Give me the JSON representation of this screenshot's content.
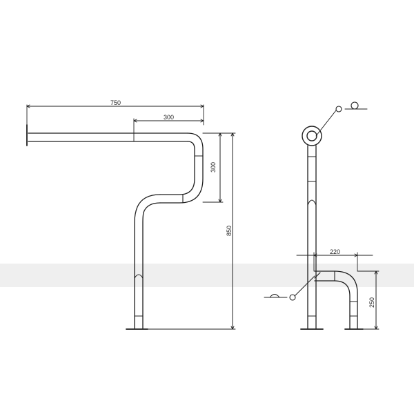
{
  "diagram": {
    "dimensions": {
      "top_width": "750",
      "upper_inner_width": "300",
      "upper_bend_height": "300",
      "total_height": "850",
      "side_width": "220",
      "side_height": "250"
    },
    "colors": {
      "line": "#1f1f1f",
      "band": "#e9e9e9",
      "background": "#ffffff"
    }
  }
}
